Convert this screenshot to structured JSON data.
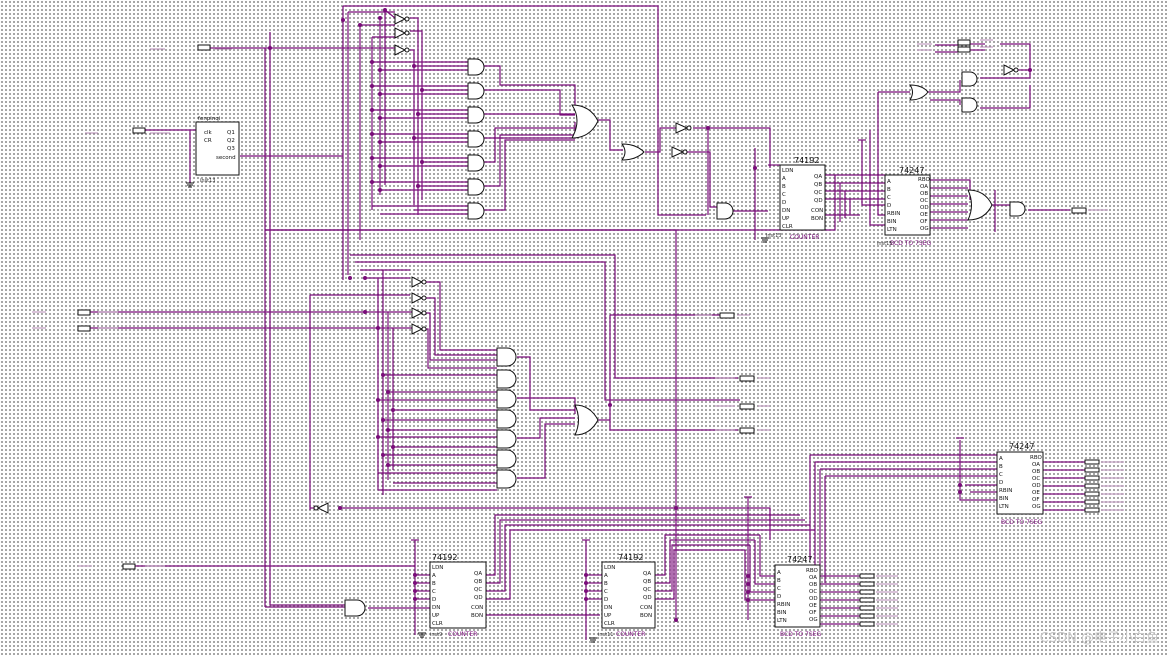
{
  "parts": {
    "counter_top": {
      "title": "74192",
      "pins_left": [
        "LDN",
        "A",
        "B",
        "C",
        "D",
        "DN",
        "UP",
        "CLR"
      ],
      "pins_right": [
        "QA",
        "QB",
        "QC",
        "QD",
        "CON",
        "BON"
      ],
      "subtitle": "COUNTER",
      "inst": "inst13"
    },
    "decoder_top": {
      "title": "74247",
      "pins_left": [
        "A",
        "B",
        "C",
        "D",
        "RBIN",
        "BIN",
        "LTN"
      ],
      "pins_right": [
        "RBO",
        "OA",
        "OB",
        "OC",
        "OD",
        "OE",
        "OF",
        "OG"
      ],
      "subtitle": "BCD TO 7SEG",
      "inst": "inst15"
    },
    "decoder_right": {
      "title": "74247",
      "pins_left": [
        "A",
        "B",
        "C",
        "D",
        "RBIN",
        "BIN",
        "LTN"
      ],
      "pins_right": [
        "RBO",
        "OA",
        "OB",
        "OC",
        "OD",
        "OE",
        "OF",
        "OG"
      ],
      "subtitle": "BCD TO 7SEG",
      "inst": ""
    },
    "counter_b1": {
      "title": "74192",
      "pins_left": [
        "LDN",
        "A",
        "B",
        "C",
        "D",
        "DN",
        "UP",
        "CLR"
      ],
      "pins_right": [
        "QA",
        "QB",
        "QC",
        "QD",
        "CON",
        "BON"
      ],
      "subtitle": "COUNTER",
      "inst": "inst9"
    },
    "counter_b2": {
      "title": "74192",
      "pins_left": [
        "LDN",
        "A",
        "B",
        "C",
        "D",
        "DN",
        "UP",
        "CLR"
      ],
      "pins_right": [
        "QA",
        "QB",
        "QC",
        "QD",
        "CON",
        "BON"
      ],
      "subtitle": "COUNTER",
      "inst": "inst11"
    },
    "decoder_b": {
      "title": "74247",
      "pins_left": [
        "A",
        "B",
        "C",
        "D",
        "RBIN",
        "BIN",
        "LTN"
      ],
      "pins_right": [
        "RBO",
        "OA",
        "OB",
        "OC",
        "OD",
        "OE",
        "OF",
        "OG"
      ],
      "subtitle": "BCD TO 7SEG",
      "inst": ""
    },
    "freqdiv": {
      "title": "fenpinqi",
      "pins_left": [
        "clk",
        "CR"
      ],
      "pins_right": [
        "Q1",
        "Q2",
        "Q3",
        "second"
      ],
      "inst": "inst13"
    }
  },
  "colors": {
    "wire": "#7a0d7a",
    "part": "#111111",
    "grid": "#8a8a8a",
    "background": "#ffffff"
  },
  "watermark": "CSDN @电子小白鱼"
}
